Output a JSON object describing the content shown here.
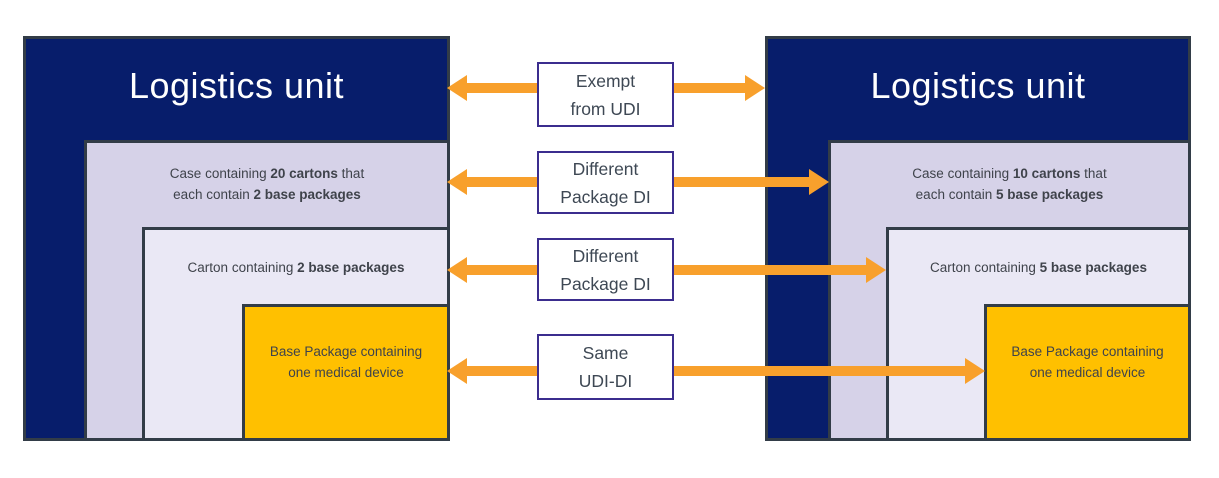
{
  "left_unit": {
    "title": "Logistics unit",
    "case": {
      "segments": [
        {
          "text": "Case containing ",
          "bold": false
        },
        {
          "text": "20 cartons",
          "bold": true
        },
        {
          "text": " that\neach contain ",
          "bold": false
        },
        {
          "text": "2 base packages",
          "bold": true
        }
      ]
    },
    "carton": {
      "segments": [
        {
          "text": "Carton containing ",
          "bold": false
        },
        {
          "text": "2 base packages",
          "bold": true
        }
      ]
    },
    "base": {
      "text": "Base Package containing\none medical device"
    }
  },
  "right_unit": {
    "title": "Logistics unit",
    "case": {
      "segments": [
        {
          "text": "Case containing ",
          "bold": false
        },
        {
          "text": "10 cartons",
          "bold": true
        },
        {
          "text": " that\neach contain ",
          "bold": false
        },
        {
          "text": "5 base packages",
          "bold": true
        }
      ]
    },
    "carton": {
      "segments": [
        {
          "text": "Carton containing ",
          "bold": false
        },
        {
          "text": "5 base packages",
          "bold": true
        }
      ]
    },
    "base": {
      "text": "Base Package containing\none medical device"
    }
  },
  "connectors": [
    {
      "label": "Exempt\nfrom UDI"
    },
    {
      "label": "Different\nPackage DI"
    },
    {
      "label": "Different\nPackage DI"
    },
    {
      "label": "Same\nUDI-DI"
    }
  ],
  "colors": {
    "logistics_unit_bg": "#071d6b",
    "case_bg": "#d6d2e8",
    "carton_bg": "#eae8f5",
    "base_package_bg": "#ffc000",
    "box_border": "#323c47",
    "label_border": "#3b2d8e",
    "arrow": "#f8a02c",
    "title_text": "#ffffff",
    "body_text": "#3f434b"
  }
}
